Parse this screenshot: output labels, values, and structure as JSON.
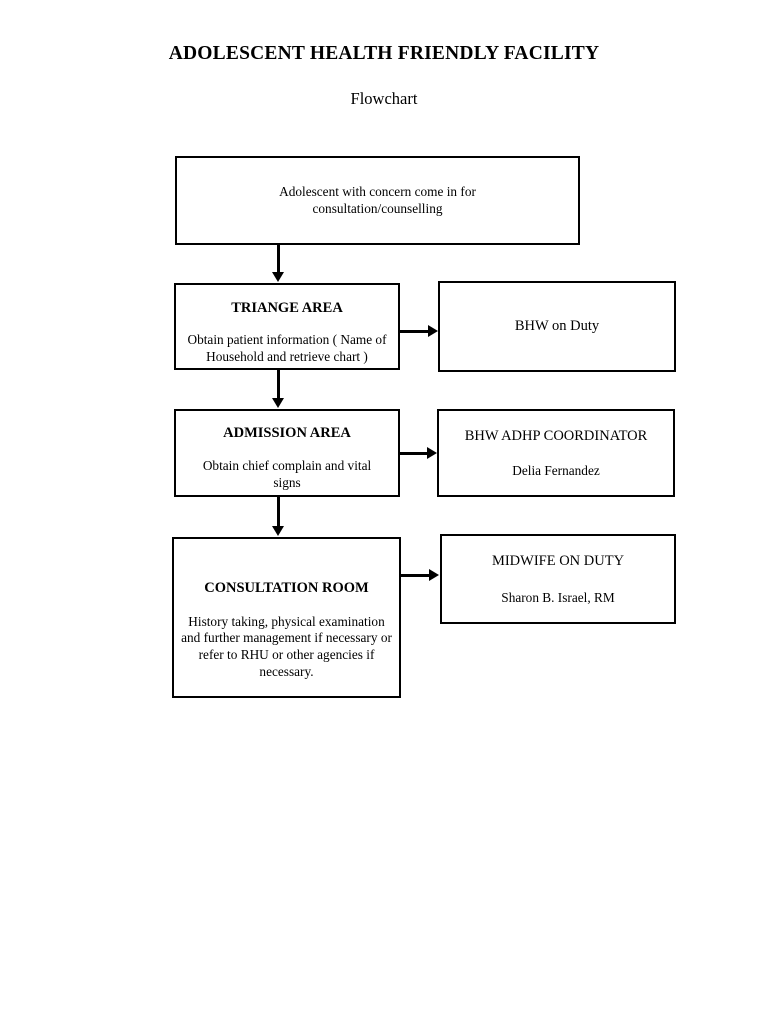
{
  "document": {
    "title": "ADOLESCENT HEALTH FRIENDLY FACILITY",
    "subtitle": "Flowchart"
  },
  "flowchart": {
    "type": "flowchart",
    "orientation": "vertical-with-side-branches",
    "nodes": [
      {
        "id": "entry",
        "heading": "",
        "body": "Adolescent with concern come in for consultation/counselling",
        "column": "main"
      },
      {
        "id": "triage",
        "heading": "TRIANGE AREA",
        "body": "Obtain patient information ( Name of Household and retrieve chart )",
        "column": "main"
      },
      {
        "id": "bhw-duty",
        "line_one": "BHW on Duty",
        "line_two": "",
        "column": "side"
      },
      {
        "id": "admission",
        "heading": "ADMISSION AREA",
        "body": "Obtain chief complain and vital signs",
        "column": "main"
      },
      {
        "id": "bhw-adhp",
        "line_one": "BHW ADHP COORDINATOR",
        "line_two": "Delia Fernandez",
        "column": "side"
      },
      {
        "id": "consultation",
        "heading": "CONSULTATION ROOM",
        "body": "History taking, physical examination and further management if necessary or refer to RHU or other agencies if necessary.",
        "column": "main"
      },
      {
        "id": "midwife",
        "line_one": "MIDWIFE ON DUTY",
        "line_two": "Sharon B. Israel, RM",
        "column": "side"
      }
    ],
    "edges": [
      {
        "from": "entry",
        "to": "triage",
        "direction": "down"
      },
      {
        "from": "triage",
        "to": "bhw-duty",
        "direction": "right"
      },
      {
        "from": "triage",
        "to": "admission",
        "direction": "down"
      },
      {
        "from": "admission",
        "to": "bhw-adhp",
        "direction": "right"
      },
      {
        "from": "admission",
        "to": "consultation",
        "direction": "down"
      },
      {
        "from": "consultation",
        "to": "midwife",
        "direction": "right"
      }
    ],
    "colors": {
      "border": "#000000",
      "background": "#ffffff",
      "text": "#000000"
    }
  }
}
